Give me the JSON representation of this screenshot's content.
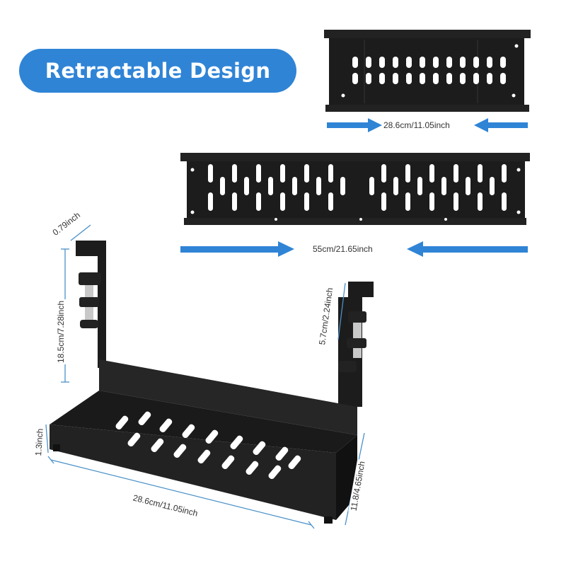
{
  "banner": {
    "title": "Retractable Design"
  },
  "dimensions": {
    "collapsed_width": "28.6cm/11.05inch",
    "extended_width": "55cm/21.65inch",
    "clamp_thickness": "0.79inch",
    "total_height": "18.5cm/7.28inch",
    "clamp_range": "5.7cm/2.24inch",
    "tray_height": "1.3inch",
    "tray_width": "28.6cm/11.05inch",
    "tray_depth": "11.8/4.65inch"
  },
  "colors": {
    "accent": "#2f84d6",
    "product": "#1c1c1c",
    "dimension_line": "#4a90c8"
  }
}
